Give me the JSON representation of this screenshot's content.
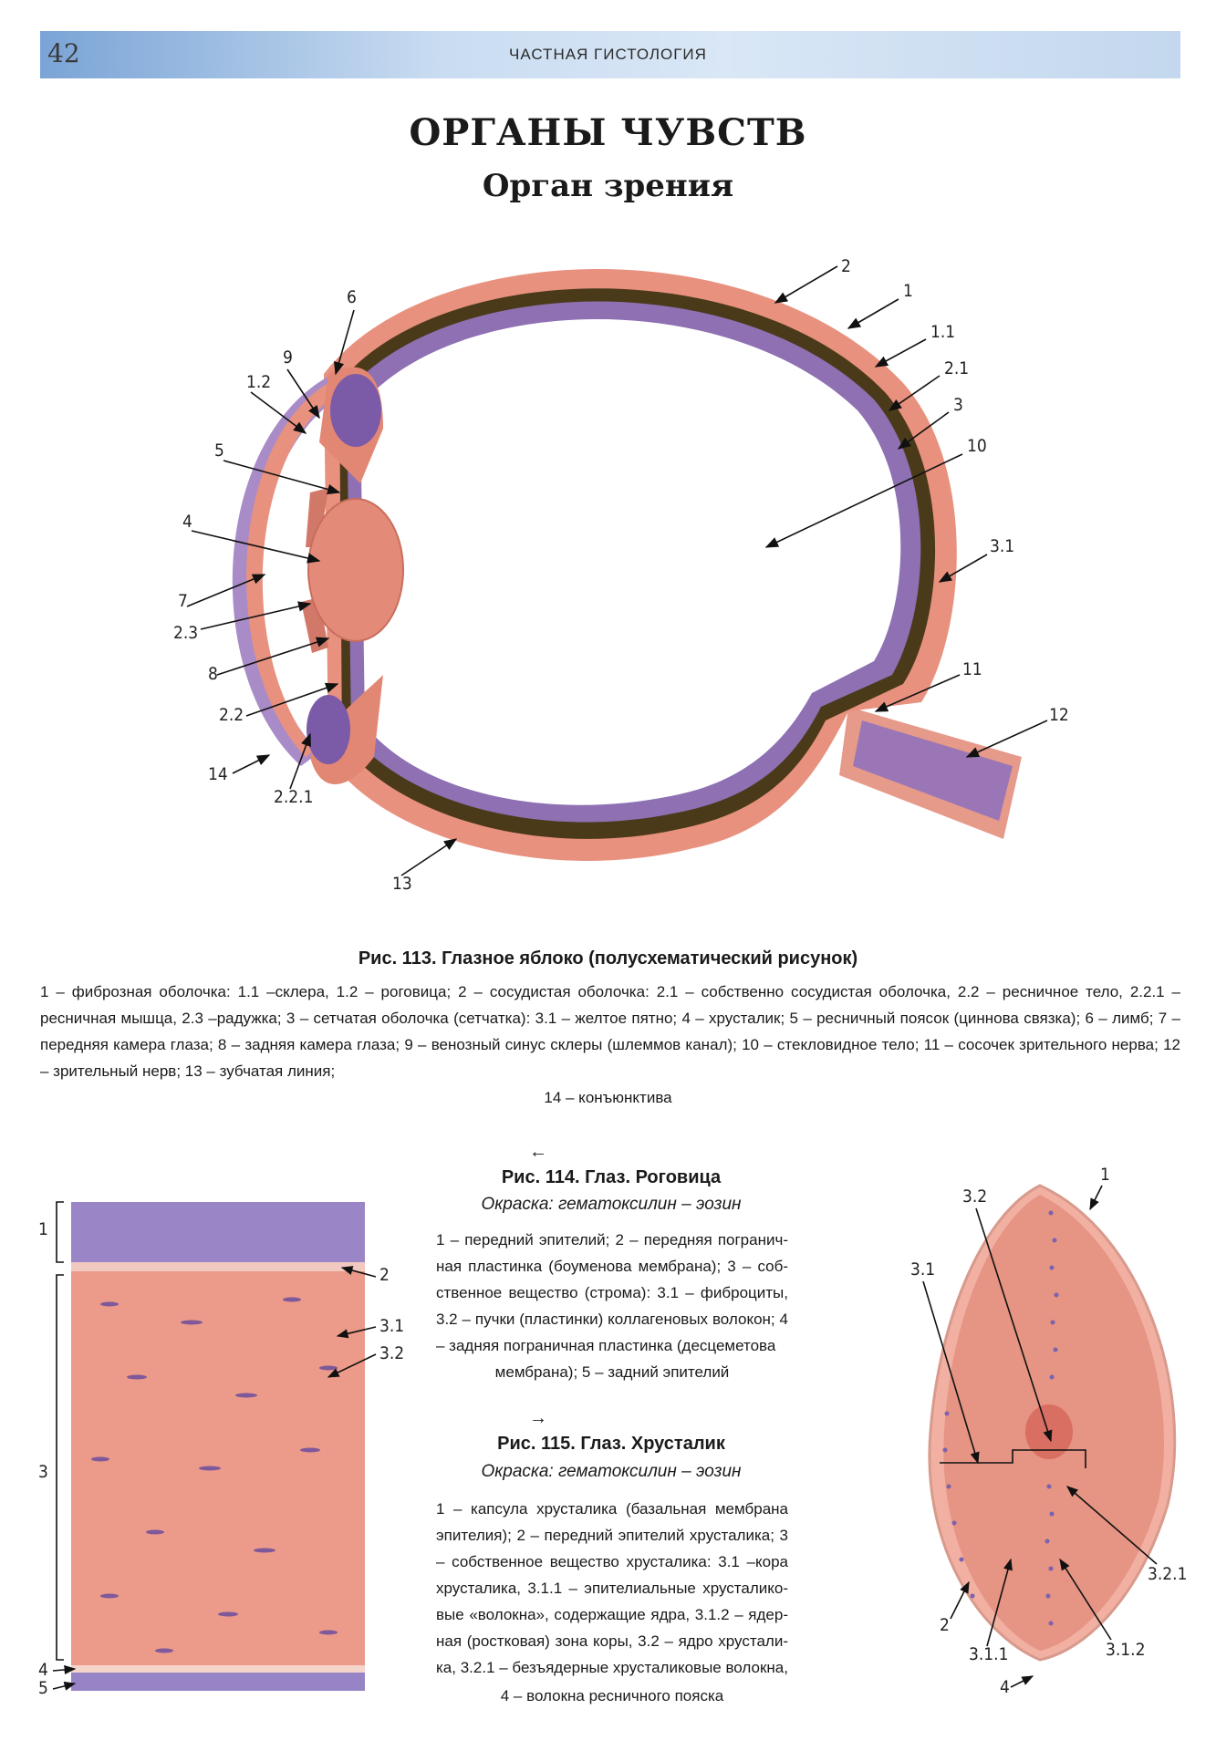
{
  "header": {
    "page_number": "42",
    "running_head": "ЧАСТНАЯ ГИСТОЛОГИЯ"
  },
  "titles": {
    "main": "ОРГАНЫ ЧУВСТВ",
    "sub": "Орган зрения"
  },
  "fig113": {
    "caption_title": "Рис. 113. Глазное яблоко (полусхематический рисунок)",
    "caption_text": "1 – фиброзная оболочка: 1.1 –склера, 1.2 – роговица; 2 – сосудистая оболочка: 2.1 – собственно сосудистая оболочка, 2.2 – ресничное тело, 2.2.1 –ресничная мышца, 2.3 –радужка; 3 – сетчатая оболочка (сетчатка): 3.1 – желтое пятно; 4 – хрусталик; 5 – ресничный поясок (циннова связка); 6 – лимб; 7 – передняя камера глаза; 8 – задняя камера глаза; 9 – венозный синус склеры (шлеммов канал); 10 – стекловидное тело; 11 – сосочек зрительного нерва; 12 – зрительный нерв; 13 – зубчатая линия;",
    "caption_last": "14 – конъюнктива",
    "labels": {
      "l1": "1",
      "l2": "2",
      "l1_1": "1.1",
      "l2_1": "2.1",
      "l3": "3",
      "l10": "10",
      "l3_1": "3.1",
      "l11": "11",
      "l12": "12",
      "l13": "13",
      "l6": "6",
      "l9": "9",
      "l1_2": "1.2",
      "l5": "5",
      "l4": "4",
      "l7": "7",
      "l2_3": "2.3",
      "l8": "8",
      "l2_2": "2.2",
      "l14": "14",
      "l2_2_1": "2.2.1"
    }
  },
  "fig114": {
    "arrow": "←",
    "caption_title": "Рис. 114. Глаз. Роговица",
    "stain": "Окраска: гематоксилин – эозин",
    "caption_text": "1 – передний эпителий; 2 – передняя погранич-ная пластинка (боуменова мембрана); 3 – соб-ственное вещество (строма): 3.1 – фиброциты, 3.2 – пучки (пластинки) коллагеновых волокон; 4 – задняя пограничная пластинка (десцеметова",
    "caption_last": "мембрана); 5 – задний эпителий",
    "labels": {
      "l1": "1",
      "l2": "2",
      "l3_1": "3.1",
      "l3_2": "3.2",
      "l3": "3",
      "l4": "4",
      "l5": "5"
    }
  },
  "fig115": {
    "arrow": "→",
    "caption_title": "Рис. 115. Глаз. Хрусталик",
    "stain": "Окраска: гематоксилин – эозин",
    "caption_text": "1 – капсула хрусталика (базальная мембрана эпителия); 2 – передний эпителий хрусталика; 3 – собственное вещество хрусталика: 3.1 –кора хрусталика, 3.1.1 – эпителиальные хрусталико-вые «волокна», содержащие ядра, 3.1.2 – ядер-ная (ростковая) зона коры, 3.2 – ядро хрустали-ка, 3.2.1 – безъядерные хрусталиковые волокна,",
    "caption_last": "4 – волокна ресничного пояска",
    "labels": {
      "l1": "1",
      "l3_2": "3.2",
      "l3_1": "3.1",
      "l3_2_1": "3.2.1",
      "l2": "2",
      "l3_1_1": "3.1.1",
      "l3_1_2": "3.1.2",
      "l4": "4"
    }
  }
}
